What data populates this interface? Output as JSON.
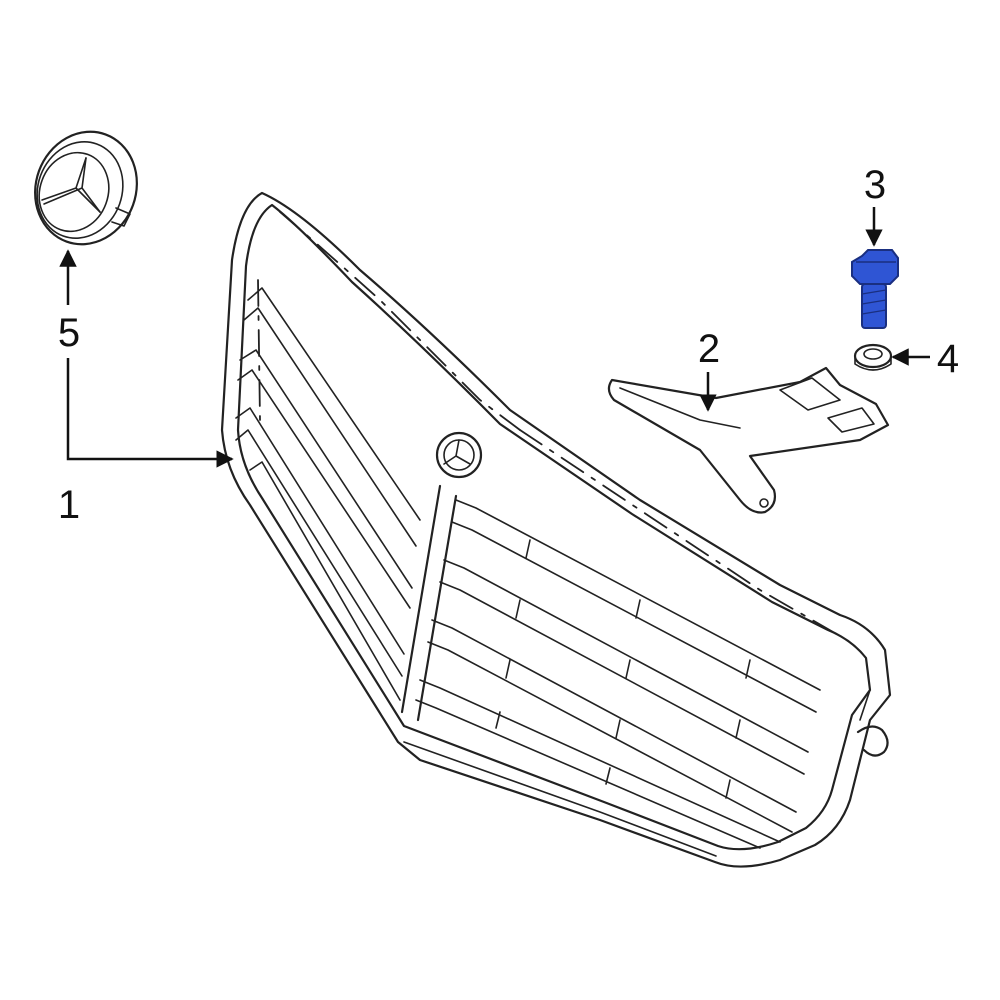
{
  "callouts": [
    {
      "number": "1",
      "part": "grille"
    },
    {
      "number": "2",
      "part": "bracket"
    },
    {
      "number": "3",
      "part": "bolt"
    },
    {
      "number": "4",
      "part": "washer"
    },
    {
      "number": "5",
      "part": "emblem"
    }
  ],
  "colors": {
    "line": "#222222",
    "highlight": "#2f55d4",
    "background": "#ffffff"
  }
}
